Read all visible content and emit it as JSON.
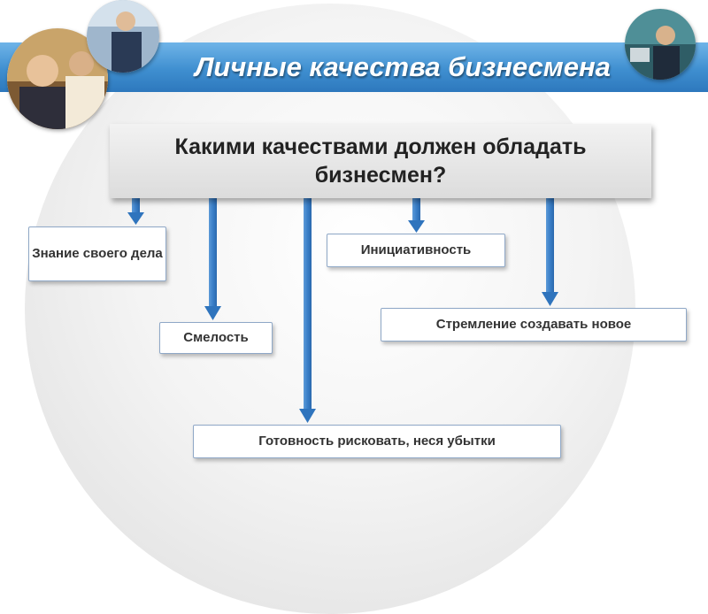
{
  "slide": {
    "title": "Личные качества бизнесмена",
    "question": "Какими качествами должен обладать бизнесмен?",
    "qualities": [
      "Знание своего дела",
      "Инициативность",
      "Стремление создавать новое",
      "Смелость",
      "Готовность рисковать, неся убытки"
    ]
  },
  "colors": {
    "title_band": "#3f8fd0",
    "arrow": "#3a7fc8",
    "title_text": "#ffffff"
  }
}
